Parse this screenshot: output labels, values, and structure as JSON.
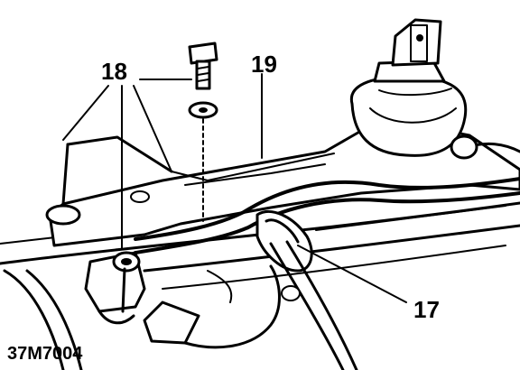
{
  "figure": {
    "reference_code": "37M7004",
    "callouts": [
      {
        "id": "bolts",
        "label": "18"
      },
      {
        "id": "rack",
        "label": "19"
      },
      {
        "id": "hose",
        "label": "17"
      }
    ]
  },
  "colors": {
    "ink": "#000000",
    "paper": "#ffffff"
  }
}
